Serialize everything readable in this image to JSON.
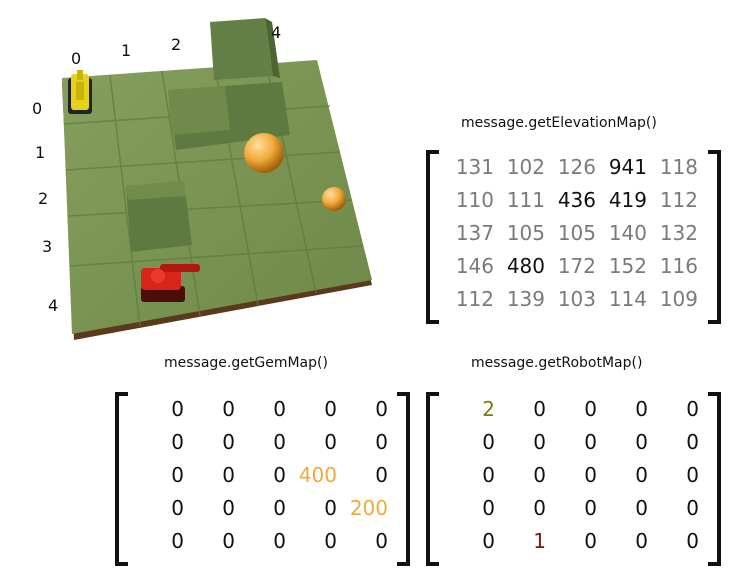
{
  "board": {
    "col_labels": [
      "0",
      "1",
      "2",
      "4"
    ],
    "row_labels": [
      "0",
      "1",
      "2",
      "3",
      "4"
    ],
    "colors": {
      "tile_light": "#8fa866",
      "tile_dark": "#6f8a4b",
      "block": "#5f7a40",
      "base": "#5a3a1a",
      "robot_yellow": "#e6d21c",
      "robot_red": "#d8241a",
      "gem": "#f1a93a"
    }
  },
  "elevation": {
    "title": "message.getElevationMap()",
    "rows": [
      [
        {
          "v": "131",
          "dark": false
        },
        {
          "v": "102",
          "dark": false
        },
        {
          "v": "126",
          "dark": false
        },
        {
          "v": "941",
          "dark": true
        },
        {
          "v": "118",
          "dark": false
        }
      ],
      [
        {
          "v": "110",
          "dark": false
        },
        {
          "v": "111",
          "dark": false
        },
        {
          "v": "436",
          "dark": true
        },
        {
          "v": "419",
          "dark": true
        },
        {
          "v": "112",
          "dark": false
        }
      ],
      [
        {
          "v": "137",
          "dark": false
        },
        {
          "v": "105",
          "dark": false
        },
        {
          "v": "105",
          "dark": false
        },
        {
          "v": "140",
          "dark": false
        },
        {
          "v": "132",
          "dark": false
        }
      ],
      [
        {
          "v": "146",
          "dark": false
        },
        {
          "v": "480",
          "dark": true
        },
        {
          "v": "172",
          "dark": false
        },
        {
          "v": "152",
          "dark": false
        },
        {
          "v": "116",
          "dark": false
        }
      ],
      [
        {
          "v": "112",
          "dark": false
        },
        {
          "v": "139",
          "dark": false
        },
        {
          "v": "103",
          "dark": false
        },
        {
          "v": "114",
          "dark": false
        },
        {
          "v": "109",
          "dark": false
        }
      ]
    ],
    "colors": {
      "normal": "#7a7a7a",
      "dark": "#111111"
    }
  },
  "gem": {
    "title": "message.getGemMap()",
    "rows": [
      [
        {
          "v": "0"
        },
        {
          "v": "0"
        },
        {
          "v": "0"
        },
        {
          "v": "0"
        },
        {
          "v": "0"
        }
      ],
      [
        {
          "v": "0"
        },
        {
          "v": "0"
        },
        {
          "v": "0"
        },
        {
          "v": "0"
        },
        {
          "v": "0"
        }
      ],
      [
        {
          "v": "0"
        },
        {
          "v": "0"
        },
        {
          "v": "0"
        },
        {
          "v": "400",
          "color": "#f1a93a"
        },
        {
          "v": "0"
        }
      ],
      [
        {
          "v": "0"
        },
        {
          "v": "0"
        },
        {
          "v": "0"
        },
        {
          "v": "0"
        },
        {
          "v": "200",
          "color": "#f1a93a"
        }
      ],
      [
        {
          "v": "0"
        },
        {
          "v": "0"
        },
        {
          "v": "0"
        },
        {
          "v": "0"
        },
        {
          "v": "0"
        }
      ]
    ]
  },
  "robot": {
    "title": "message.getRobotMap()",
    "rows": [
      [
        {
          "v": "2",
          "color": "#7f7a10"
        },
        {
          "v": "0"
        },
        {
          "v": "0"
        },
        {
          "v": "0"
        },
        {
          "v": "0"
        }
      ],
      [
        {
          "v": "0"
        },
        {
          "v": "0"
        },
        {
          "v": "0"
        },
        {
          "v": "0"
        },
        {
          "v": "0"
        }
      ],
      [
        {
          "v": "0"
        },
        {
          "v": "0"
        },
        {
          "v": "0"
        },
        {
          "v": "0"
        },
        {
          "v": "0"
        }
      ],
      [
        {
          "v": "0"
        },
        {
          "v": "0"
        },
        {
          "v": "0"
        },
        {
          "v": "0"
        },
        {
          "v": "0"
        }
      ],
      [
        {
          "v": "0"
        },
        {
          "v": "1",
          "color": "#8a1010"
        },
        {
          "v": "0"
        },
        {
          "v": "0"
        },
        {
          "v": "0"
        }
      ]
    ]
  }
}
